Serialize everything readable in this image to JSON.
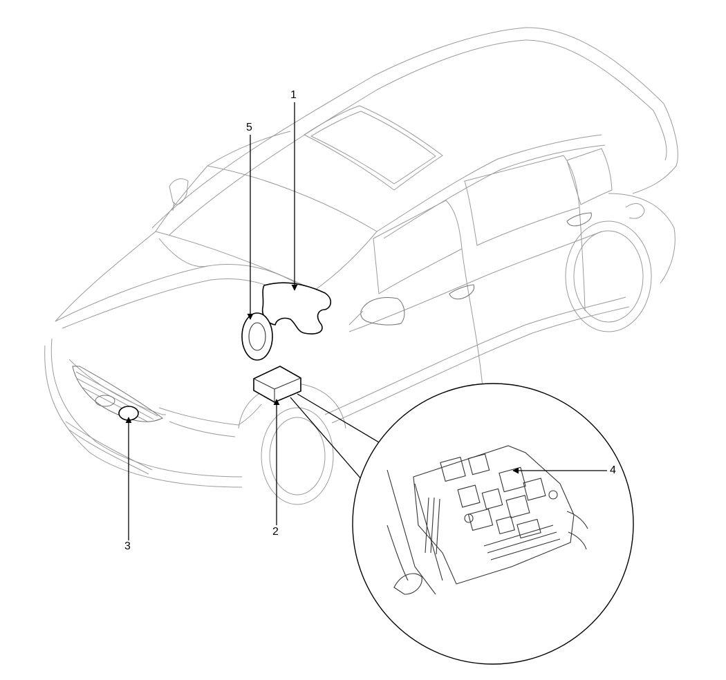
{
  "diagram": {
    "callouts": [
      {
        "id": "1",
        "label": "1"
      },
      {
        "id": "2",
        "label": "2"
      },
      {
        "id": "3",
        "label": "3"
      },
      {
        "id": "4",
        "label": "4"
      },
      {
        "id": "5",
        "label": "5"
      }
    ],
    "colors": {
      "vehicle_outline": "#9a9a9a",
      "part_outline": "#000000",
      "background": "#ffffff"
    }
  }
}
